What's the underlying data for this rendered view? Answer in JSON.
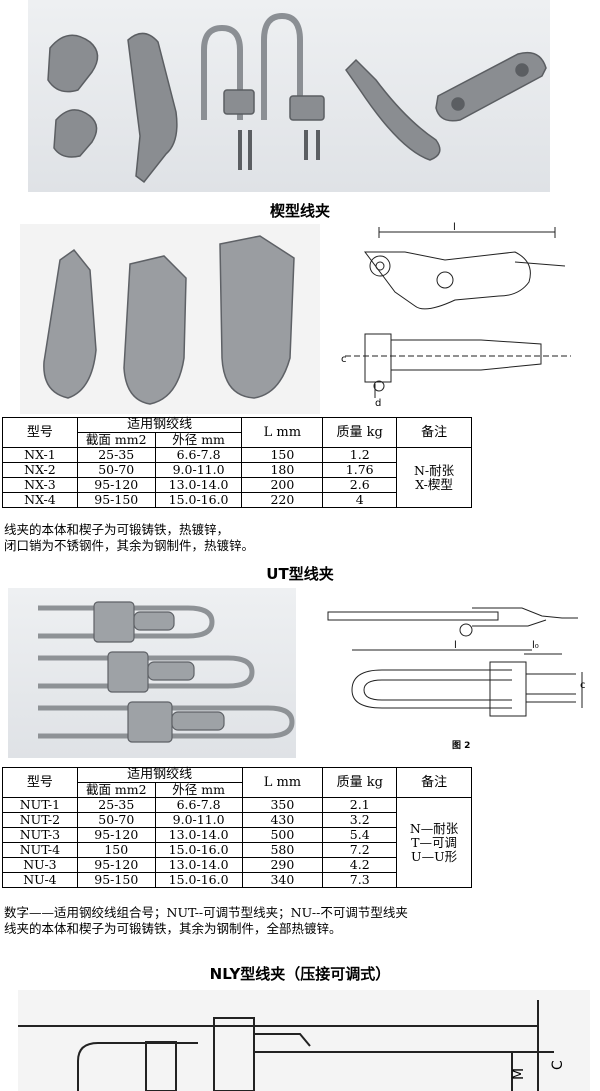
{
  "sections": [
    {
      "heading": "楔型线夹",
      "table": {
        "header": {
          "model": "型号",
          "strand": "适用钢绞线",
          "cross": "截面 mm2",
          "diameter": "外径 mm",
          "length": "L mm",
          "mass": "质量 kg",
          "remark": "备注"
        },
        "rows": [
          [
            "NX-1",
            "25-35",
            "6.6-7.8",
            "150",
            "1.2"
          ],
          [
            "NX-2",
            "50-70",
            "9.0-11.0",
            "180",
            "1.76"
          ],
          [
            "NX-3",
            "95-120",
            "13.0-14.0",
            "200",
            "2.6"
          ],
          [
            "NX-4",
            "95-150",
            "15.0-16.0",
            "220",
            "4"
          ]
        ],
        "remark_lines": [
          "N-耐张",
          "X-楔型"
        ]
      },
      "notes": [
        "线夹的本体和楔子为可锻铸铁，热镀锌，",
        "闭口销为不锈钢件，其余为钢制件，热镀锌。"
      ]
    },
    {
      "heading": "UT型线夹",
      "figure_label": "图 2",
      "table": {
        "header": {
          "model": "型号",
          "strand": "适用钢绞线",
          "cross": "截面 mm2",
          "diameter": "外径 mm",
          "length": "L mm",
          "mass": "质量 kg",
          "remark": "备注"
        },
        "rows": [
          [
            "NUT-1",
            "25-35",
            "6.6-7.8",
            "350",
            "2.1"
          ],
          [
            "NUT-2",
            "50-70",
            "9.0-11.0",
            "430",
            "3.2"
          ],
          [
            "NUT-3",
            "95-120",
            "13.0-14.0",
            "500",
            "5.4"
          ],
          [
            "NUT-4",
            "150",
            "15.0-16.0",
            "580",
            "7.2"
          ],
          [
            "NU-3",
            "95-120",
            "13.0-14.0",
            "290",
            "4.2"
          ],
          [
            "NU-4",
            "95-150",
            "15.0-16.0",
            "340",
            "7.3"
          ]
        ],
        "remark_lines": [
          "N—耐张",
          "T—可调",
          "U—U形"
        ]
      },
      "notes": [
        "数字——适用钢绞线组合号；NUT--可调节型线夹；NU--不可调节型线夹",
        "线夹的本体和楔子为可锻铸铁，其余为钢制件，全部热镀锌。"
      ]
    },
    {
      "heading": "NLY型线夹（压接可调式）",
      "drawing_labels": [
        "M",
        "C"
      ]
    }
  ],
  "drawing_labels_top": {
    "l": "l",
    "c": "c",
    "d": "d",
    "lo": "l₀"
  }
}
